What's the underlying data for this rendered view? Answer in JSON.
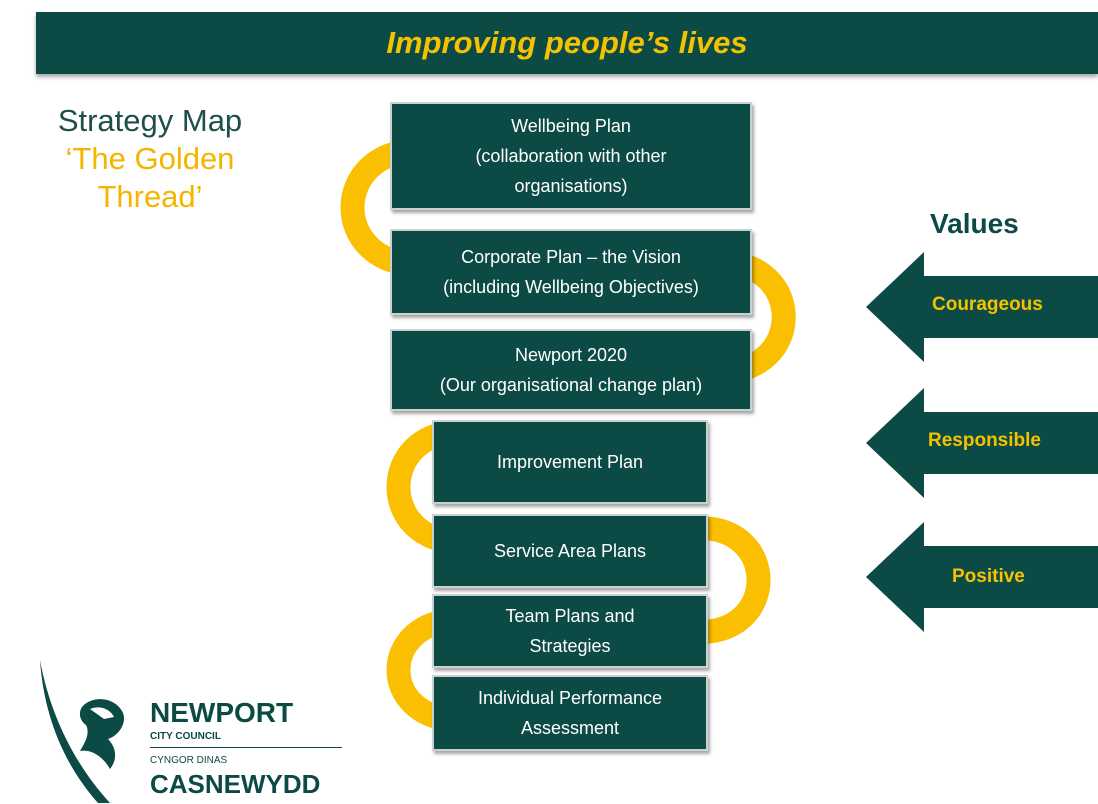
{
  "banner": {
    "title": "Improving people’s lives"
  },
  "heading": {
    "line1": "Strategy Map",
    "line2": "‘The Golden",
    "line3": "Thread’"
  },
  "plans": [
    {
      "lines": [
        "Wellbeing Plan",
        "(collaboration with other",
        "organisations)"
      ]
    },
    {
      "lines": [
        "Corporate Plan – the Vision",
        "(including Wellbeing Objectives)"
      ]
    },
    {
      "lines": [
        "Newport 2020",
        "(Our organisational change plan)"
      ]
    },
    {
      "lines": [
        "Improvement Plan"
      ]
    },
    {
      "lines": [
        "Service Area Plans"
      ]
    },
    {
      "lines": [
        "Team Plans and",
        "Strategies"
      ]
    },
    {
      "lines": [
        "Individual Performance",
        "Assessment"
      ]
    }
  ],
  "values": {
    "title": "Values",
    "items": [
      "Courageous",
      "Responsible",
      "Positive"
    ]
  },
  "logo": {
    "name": "NEWPORT",
    "sub": "CITY COUNCIL",
    "welsh_sub": "CYNGOR DINAS",
    "welsh_name": "CASNEWYDD"
  },
  "colors": {
    "dark_green": "#0c4a45",
    "gold": "#f5c200",
    "box_border": "#c9d2d0"
  }
}
